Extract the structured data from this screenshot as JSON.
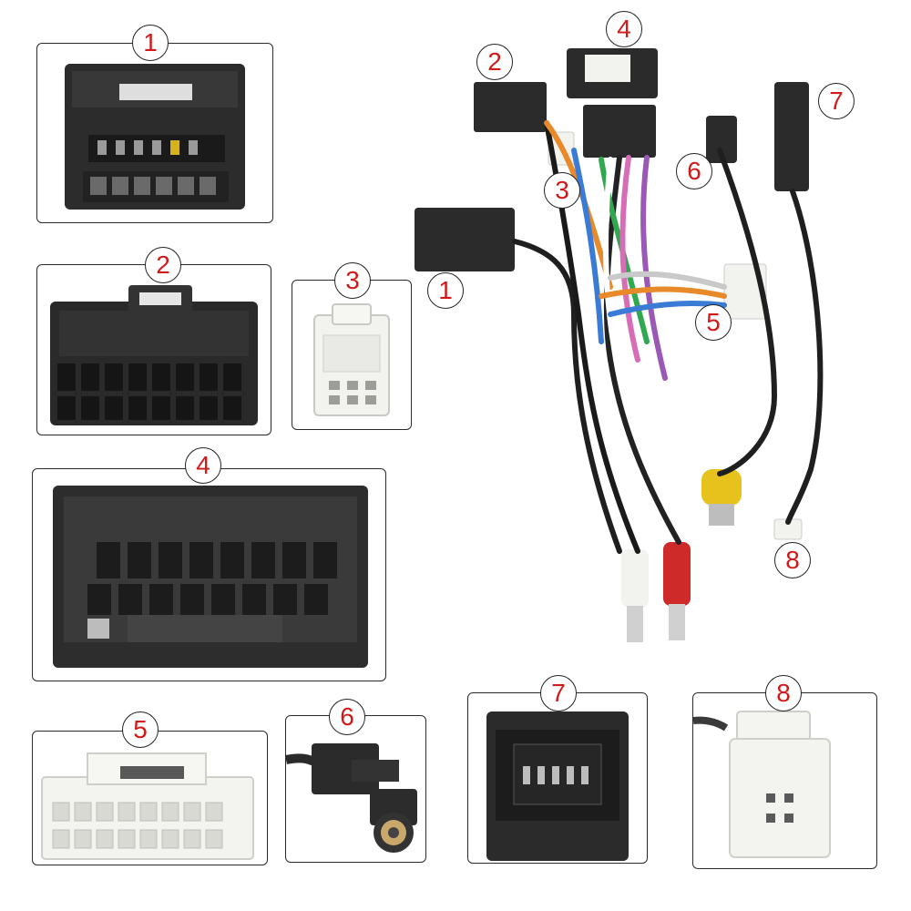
{
  "labels": {
    "p1": "1",
    "p2": "2",
    "p3": "3",
    "p4": "4",
    "p5": "5",
    "p6": "6",
    "p7": "7",
    "p8": "8",
    "h1": "1",
    "h2": "2",
    "h3": "3",
    "h4": "4",
    "h5": "5",
    "h6": "6",
    "h7": "7",
    "h8": "8"
  },
  "colors": {
    "label_text": "#d11a1a",
    "connector_black": "#2a2a2a",
    "connector_white": "#f2f2ef",
    "rca_yellow": "#e7c21c",
    "rca_red": "#cf2a2a"
  },
  "components": [
    "connector-1-icon",
    "connector-2-icon",
    "connector-3-icon",
    "connector-4-icon",
    "connector-5-icon",
    "connector-6-icon",
    "connector-7-icon",
    "connector-8-icon",
    "wiring-harness-icon"
  ]
}
